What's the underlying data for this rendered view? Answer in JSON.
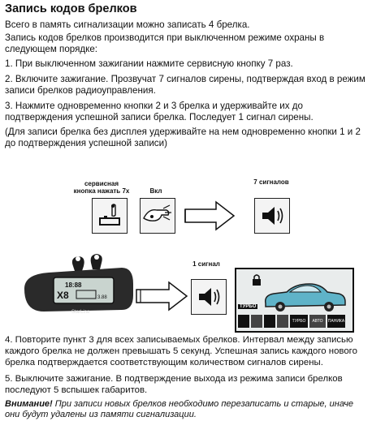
{
  "title": "Запись кодов брелков",
  "intro1": "Всего в память сигнализации можно записать 4 брелка.",
  "intro2": "Запись кодов брелков производится при выключенном режиме охраны в следующем порядке:",
  "step1": "1. При выключенном зажигании нажмите сервисную кнопку 7 раз.",
  "step2": "2. Включите зажигание. Прозвучат 7 сигналов сирены, подтверждая вход в режим записи брелков радиоуправления.",
  "step3": "3. Нажмите одновременно кнопки 2 и 3 брелка и удерживайте их до подтверждения успешной записи брелка. Последует 1 сигнал сирены.",
  "note": "(Для записи брелка без дисплея удерживайте на нем одновременно кнопки 1 и 2 до подтверждения успешной записи)",
  "diagram": {
    "service_label": "сервисная кнопка нажать 7х",
    "ign_label": "Вкл",
    "seven_label": "7 сигналов",
    "one_label": "1 сигнал",
    "brand": "StarLine",
    "fob_time": "18:88",
    "fob_letter": "X8",
    "fob_lower": "3.88",
    "car_badge": "ТУРБО",
    "car_row": [
      "ТУРБО",
      "АВТО",
      "ПАНИКА"
    ]
  },
  "step4": "4. Повторите пункт 3 для всех записываемых брелков. Интервал между записью каждого брелка не должен превышать 5 секунд. Успешная запись каждого нового брелка подтверждается соответствующим количеством сигналов сирены.",
  "step5": "5. Выключите зажигание. В подтверждение выхода из режима записи брелков последуют 5 вспышек габаритов.",
  "warning_label": "Внимание!",
  "warning_text": " При записи новых брелков необходимо перезаписать и старые, иначе они будут удалены из памяти сигнализации."
}
